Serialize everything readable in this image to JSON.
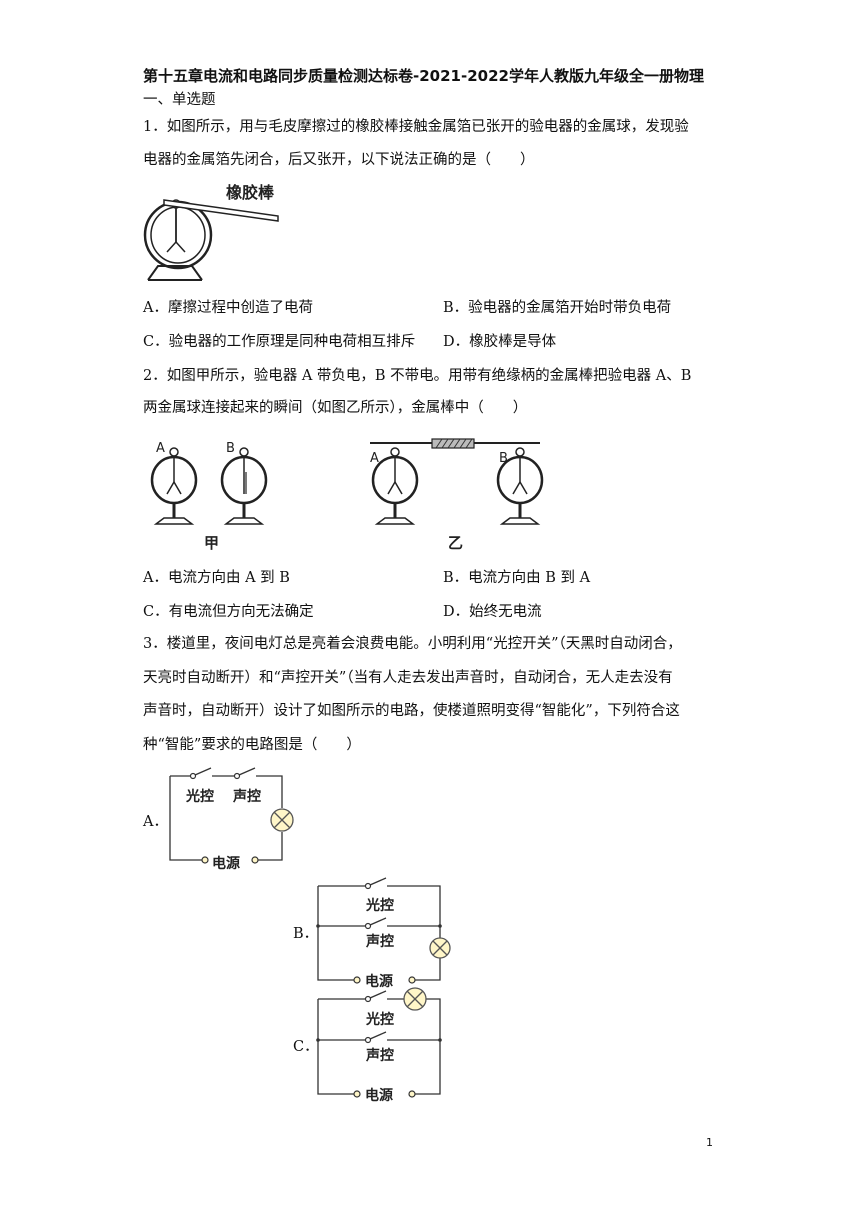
{
  "title": "第十五章电流和电路同步质量检测达标卷-2021-2022学年人教版九年级全一册物理",
  "section": "一、单选题",
  "page_number": "1",
  "q1": {
    "line1": "1．如图所示，用与毛皮摩擦过的橡胶棒接触金属箔已张开的验电器的金属球，发现验",
    "line2": "电器的金属箔先闭合，后又张开，以下说法正确的是（　　）",
    "figure_label": "橡胶棒",
    "options": {
      "A": "A．摩擦过程中创造了电荷",
      "B": "B．验电器的金属箔开始时带负电荷",
      "C": "C．验电器的工作原理是同种电荷相互排斥",
      "D": "D．橡胶棒是导体"
    }
  },
  "q2": {
    "line1": "2．如图甲所示，验电器 A 带负电，B 不带电。用带有绝缘柄的金属棒把验电器 A、B",
    "line2": "两金属球连接起来的瞬间（如图乙所示），金属棒中（　　）",
    "fig_a": "A",
    "fig_b": "B",
    "fig_jia": "甲",
    "fig_yi": "乙",
    "options": {
      "A": "A．电流方向由 A 到 B",
      "B": "B．电流方向由 B 到 A",
      "C": "C．有电流但方向无法确定",
      "D": "D．始终无电流"
    }
  },
  "q3": {
    "line1": "3．楼道里，夜间电灯总是亮着会浪费电能。小明利用“光控开关”（天黑时自动闭合，",
    "line2": "天亮时自动断开）和“声控开关”（当有人走去发出声音时，自动闭合，无人走去没有",
    "line3": "声音时，自动断开）设计了如图所示的电路，使楼道照明变得“智能化”，下列符合这",
    "line4": "种“智能”要求的电路图是（　　）",
    "label_light": "光控",
    "label_sound": "声控",
    "label_power": "电源",
    "opt_a": "A．",
    "opt_b": "B．",
    "opt_c": "C．"
  }
}
